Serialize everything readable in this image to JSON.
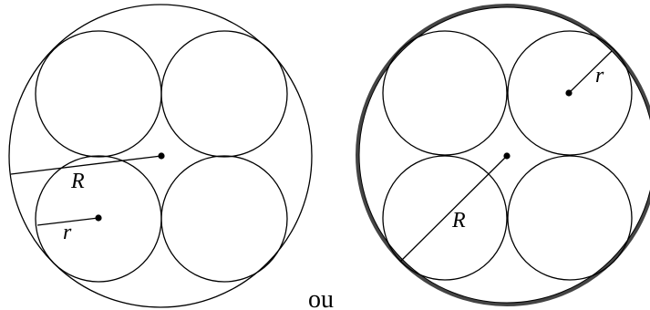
{
  "left_figure": {
    "label_R": "R",
    "label_r": "r"
  },
  "right_figure": {
    "label_R": "R",
    "label_r": "r"
  },
  "separator_word": "ou",
  "colors": {
    "stroke": "#000000",
    "outer_ring": "#444444",
    "background": "#ffffff"
  }
}
